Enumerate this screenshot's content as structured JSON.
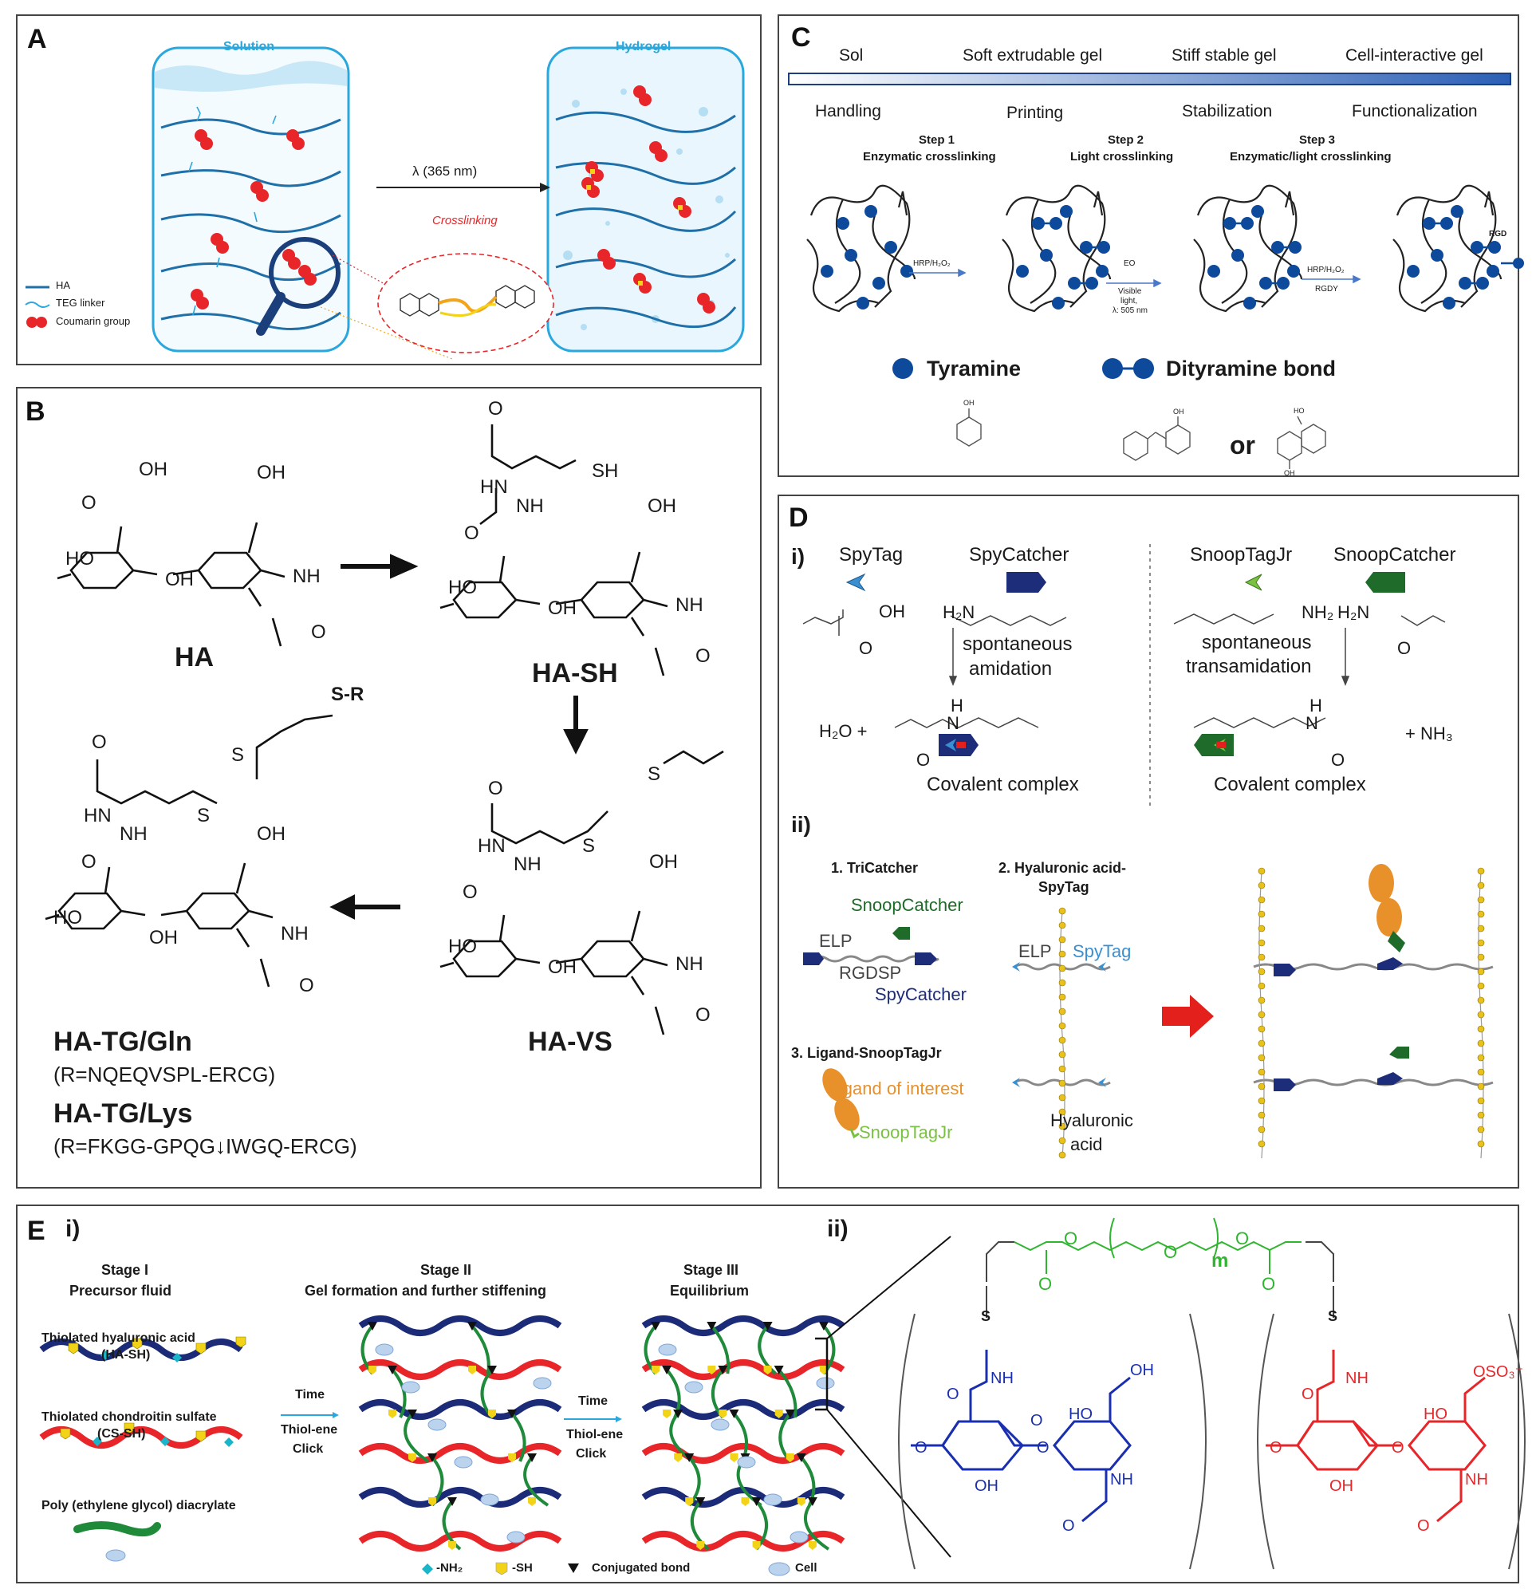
{
  "panel_a": {
    "label": "A",
    "solution_title": "Solution",
    "hydrogel_title": "Hydrogel",
    "arrow_label": "λ (365 nm)",
    "crosslinking_label": "Crosslinking",
    "legend": [
      "HA",
      "TEG linker",
      "Coumarin group"
    ],
    "colors": {
      "frame": "#2aa7dc",
      "coumarin": "#e8262a",
      "link": "#f2d317",
      "chain": "#1f6fa8"
    }
  },
  "panel_b": {
    "label": "B",
    "oh": "OH",
    "o": "O",
    "ho": "HO",
    "nh": "NH",
    "hn": "HN",
    "nh2": "NH",
    "s": "S",
    "sh": "SH",
    "s_r": "S-R",
    "names": {
      "ha": "HA",
      "ha_sh": "HA-SH",
      "ha_vs": "HA-VS",
      "ha_tg_gln": "HA-TG/Gln",
      "ha_tg_lys": "HA-TG/Lys"
    },
    "gln_seq": "(R=NQEQVSPL-ERCG)",
    "lys_seq": "(R=FKGG-GPQG↓IWGQ-ERCG)"
  },
  "panel_c": {
    "label": "C",
    "states": [
      "Sol",
      "Soft extrudable gel",
      "Stiff stable gel",
      "Cell-interactive gel"
    ],
    "stages": [
      "Handling",
      "Printing",
      "Stabilization",
      "Functionalization"
    ],
    "steps": [
      {
        "title": "Step 1",
        "desc": "Enzymatic crosslinking"
      },
      {
        "title": "Step 2",
        "desc": "Light crosslinking"
      },
      {
        "title": "Step 3",
        "desc": "Enzymatic/light  crosslinking"
      }
    ],
    "arrow1": "HRP/H₂O₂",
    "arrow2": [
      "EO",
      "Visible",
      "light,",
      "λ: 505 nm"
    ],
    "arrow3": [
      "HRP/H₂O₂",
      "RGDY"
    ],
    "rgd": "RGD",
    "tyramine": "Tyramine",
    "dityramine": "Dityramine bond",
    "oh": "OH",
    "ho": "HO",
    "or": "or",
    "colors": {
      "bead": "#0d4a9c"
    }
  },
  "panel_d": {
    "label": "D",
    "i": "i)",
    "ii": "ii)",
    "spytag": "SpyTag",
    "spycatcher": "SpyCatcher",
    "snooptagjr": "SnoopTagJr",
    "snoopcatcher": "SnoopCatcher",
    "oh": "OH",
    "h2n": "H₂N",
    "nh2": "NH₂",
    "o": "O",
    "h": "H",
    "n": "N",
    "spont_amid": [
      "spontaneous",
      "amidation"
    ],
    "spont_trans": [
      "spontaneous",
      "transamidation"
    ],
    "h2o": "H₂O +",
    "nh3": "+ NH₃",
    "covalent": "Covalent complex",
    "tricatcher": "1. TriCatcher",
    "ha_spytag": [
      "2. Hyaluronic acid-",
      "SpyTag"
    ],
    "ligand_snoop": "3. Ligand-SnoopTagJr",
    "elp": "ELP",
    "rgdsp": "RGDSP",
    "ligand_of_interest": "ligand of interest",
    "hyaluronic": [
      "Hyaluronic",
      "acid"
    ],
    "colors": {
      "spytag": "#3a8fd1",
      "spycatcher": "#1e2d7a",
      "snooptag": "#7ac142",
      "snoopcatcher": "#1e6b2a",
      "ligand": "#e8902a",
      "arrow": "#e3201b"
    }
  },
  "panel_e": {
    "label": "E",
    "i": "i)",
    "ii": "ii)",
    "stage1": [
      "Stage I",
      "Precursor fluid"
    ],
    "stage2": [
      "Stage II",
      "Gel formation and further stiffening"
    ],
    "stage3": [
      "Stage III",
      "Equilibrium"
    ],
    "ha_sh": [
      "Thiolated hyaluronic acid",
      "(HA-SH)"
    ],
    "cs_sh": [
      "Thiolated chondroitin sulfate",
      "(CS-SH)"
    ],
    "peg": "Poly (ethylene glycol) diacrylate",
    "time": "Time",
    "thiol": "Thiol-ene",
    "click": "Click",
    "legend_nh2": "-NH₂",
    "legend_sh": "-SH",
    "legend_bond": "Conjugated bond",
    "legend_cell": "Cell",
    "chem": {
      "o": "O",
      "m": "m",
      "s": "S",
      "nh": "NH",
      "oh": "OH",
      "ho": "HO",
      "oso3": "OSO₃⁻"
    },
    "colors": {
      "ha": "#1c2b78",
      "cs": "#e8262a",
      "peg": "#1f8a3a",
      "ha_chem": "#1a2fb0",
      "cs_chem": "#e8262a",
      "peg_chem": "#2fb52f"
    }
  }
}
